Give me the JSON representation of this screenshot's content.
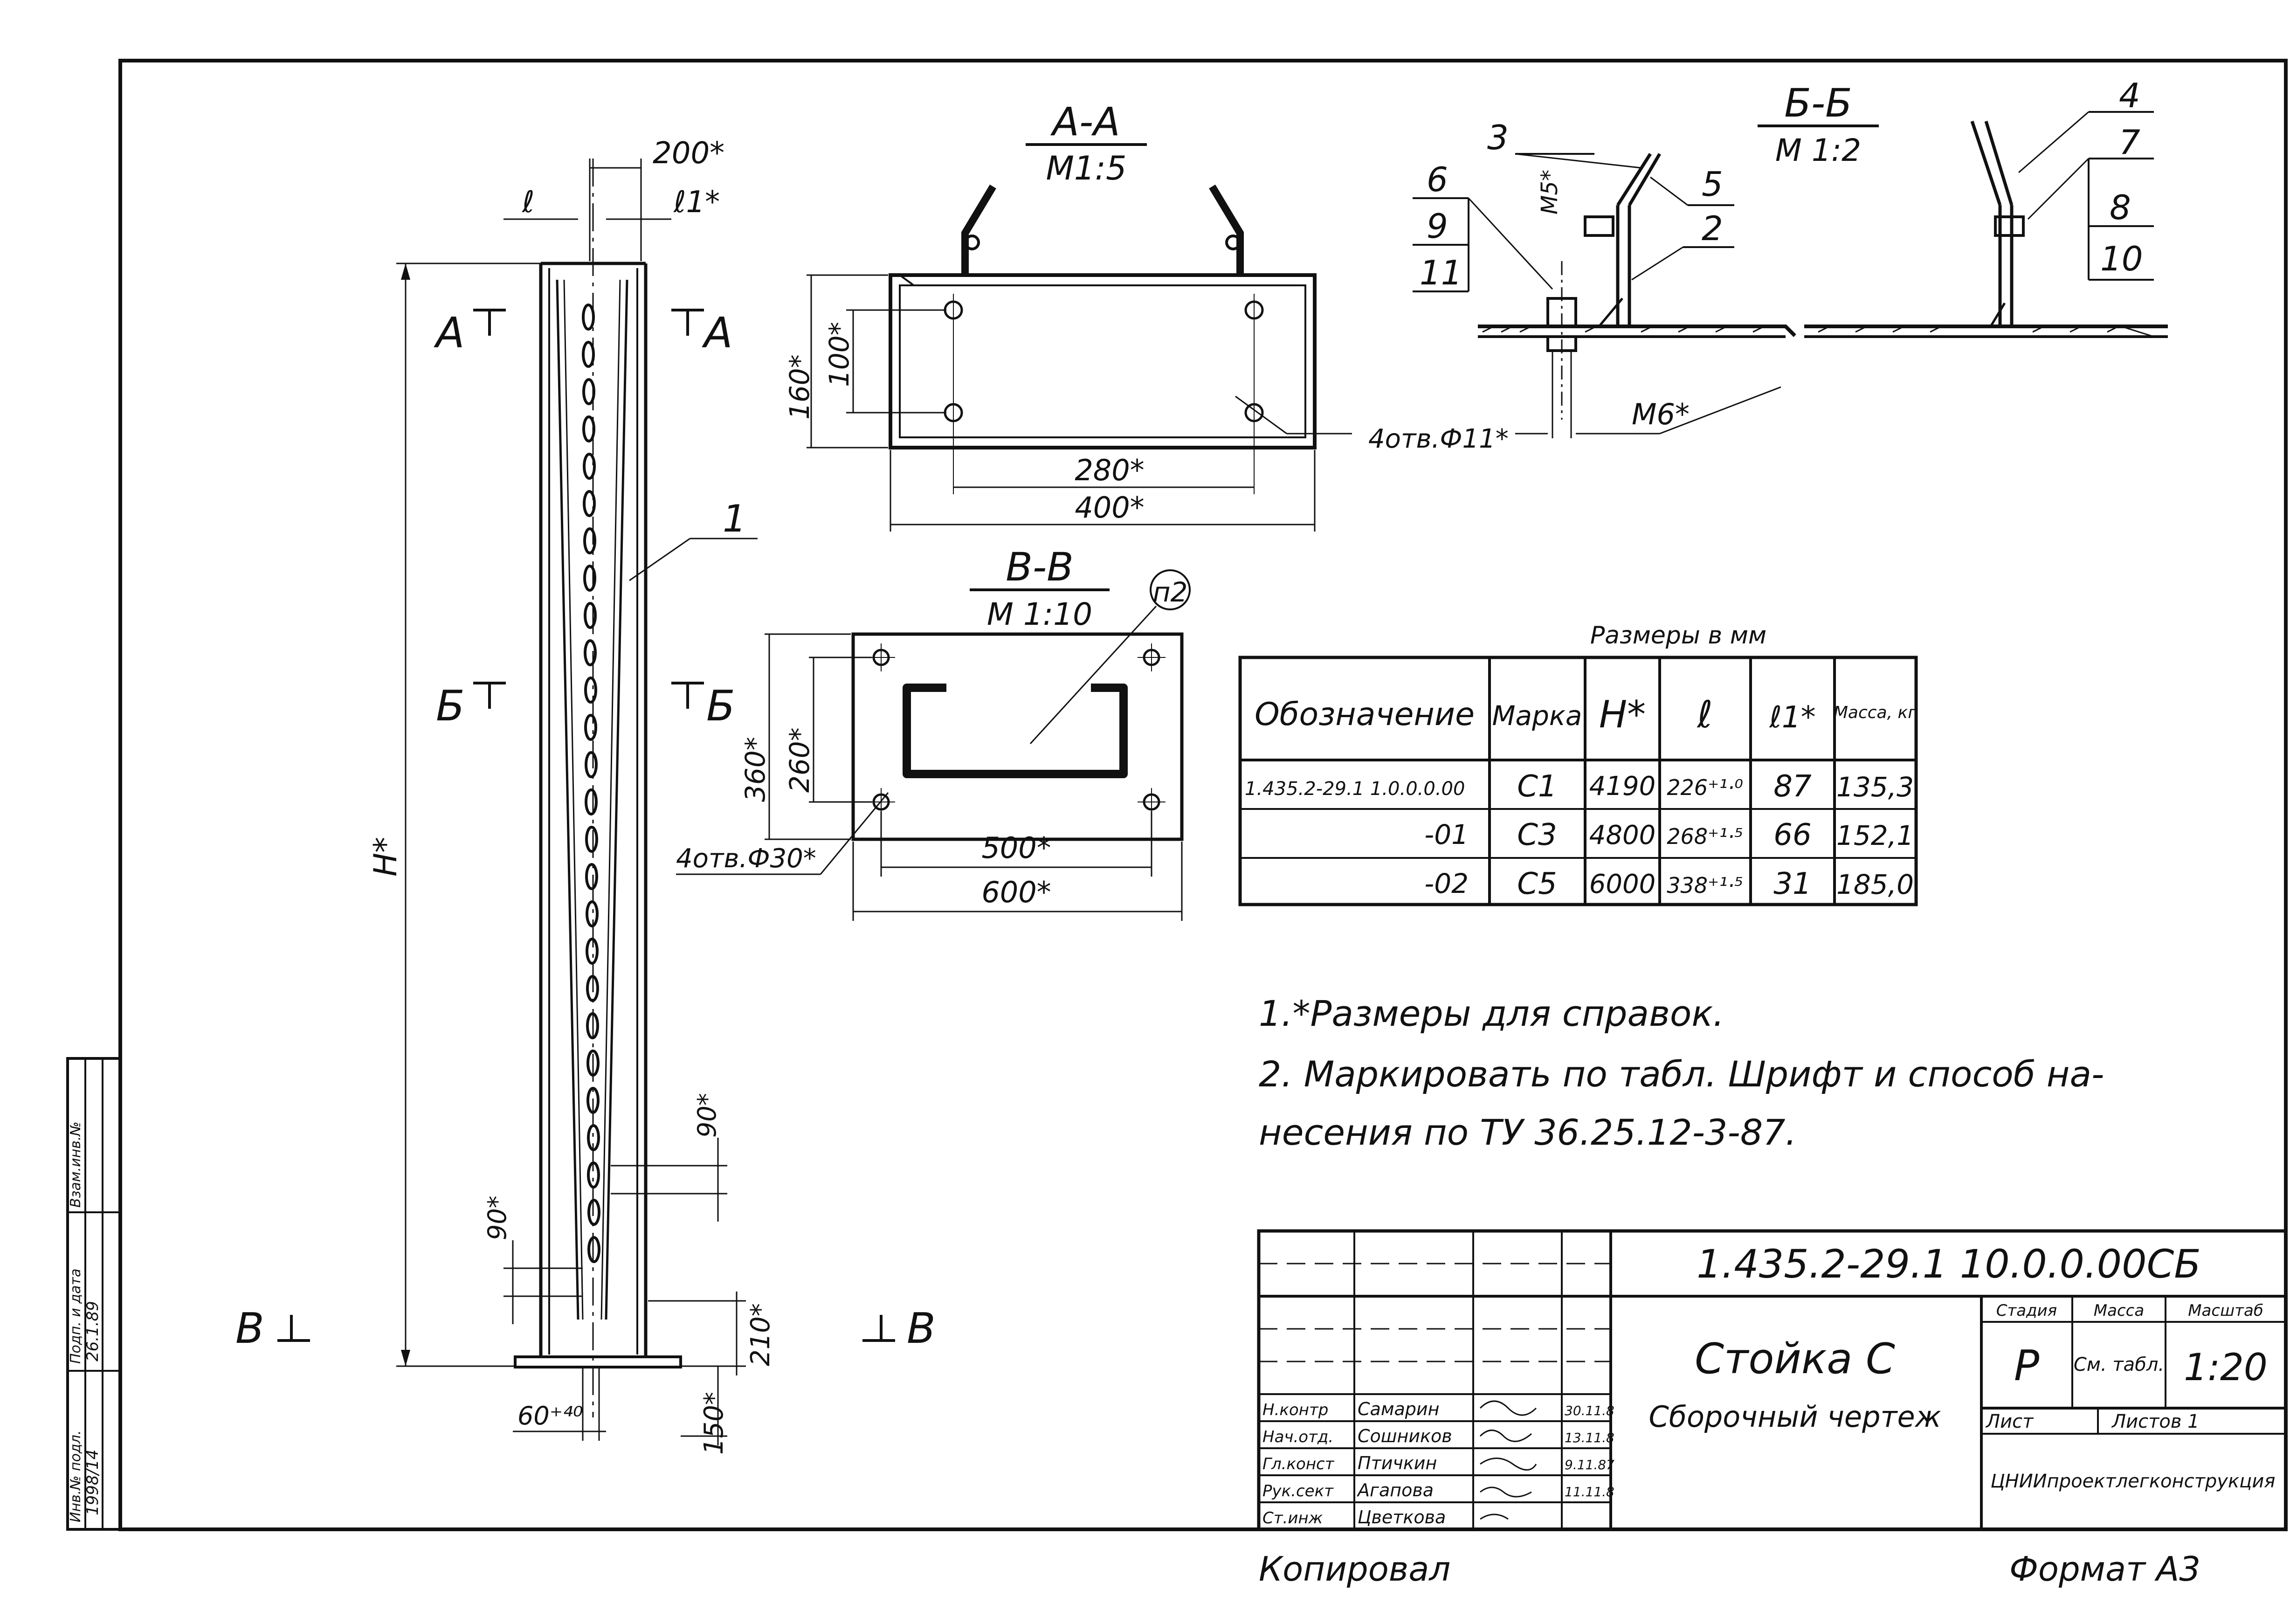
{
  "main_view": {
    "dim_l": "ℓ",
    "dim_200": "200*",
    "dim_l1": "ℓ1*",
    "dim_h": "H*",
    "dim_90_right": "90*",
    "dim_90_left": "90*",
    "dim_210": "210*",
    "dim_150": "150*",
    "dim_60": "60⁺⁴⁰",
    "leader_1": "1",
    "cut_a_left": "А",
    "cut_a_right": "А",
    "cut_b_left": "Б",
    "cut_b_right": "Б",
    "cut_v_left": "В",
    "cut_v_right": "В"
  },
  "section_aa": {
    "title": "А-А",
    "scale": "М1:5",
    "dim_160": "160*",
    "dim_100": "100*",
    "dim_280": "280*",
    "dim_400": "400*",
    "holes": "4отв.Ф11*"
  },
  "section_bb": {
    "title": "Б-Б",
    "scale": "М 1:2",
    "dim_m5": "М5*",
    "dim_m6": "М6*",
    "labels_left": [
      "3",
      "6",
      "9",
      "11"
    ],
    "labels_mid": [
      "5",
      "2"
    ],
    "labels_right": [
      "4",
      "7",
      "8",
      "10"
    ]
  },
  "section_vv": {
    "title": "В-В",
    "scale": "М 1:10",
    "dim_360": "360*",
    "dim_260": "260*",
    "dim_500": "500*",
    "dim_600": "600*",
    "holes": "4отв.Ф30*",
    "callout": "п2"
  },
  "table": {
    "caption": "Размеры в мм",
    "headers": [
      "Обозначение",
      "Марка",
      "H*",
      "ℓ",
      "ℓ1*",
      "Масса, кг"
    ],
    "rows": [
      [
        "1.435.2-29.1 1.0.0.0.00",
        "С1",
        "4190",
        "226⁺¹·⁰",
        "87",
        "135,3"
      ],
      [
        "-01",
        "С3",
        "4800",
        "268⁺¹·⁵",
        "66",
        "152,1"
      ],
      [
        "-02",
        "С5",
        "6000",
        "338⁺¹·⁵",
        "31",
        "185,0"
      ]
    ]
  },
  "notes": {
    "line1": "1.*Размеры для справок.",
    "line2": "2. Маркировать по табл. Шрифт и способ на-",
    "line3": "несения по ТУ 36.25.12-3-87."
  },
  "title_block": {
    "doc_code": "1.435.2-29.1 10.0.0.00СБ",
    "name_line1": "Стойка С",
    "name_line2": "Сборочный чертеж",
    "col_stage": "Стадия",
    "col_mass": "Масса",
    "col_scale": "Масштаб",
    "stage": "Р",
    "mass": "См. табл.",
    "scale": "1:20",
    "sheet": "Лист",
    "sheets": "Листов 1",
    "org": "ЦНИИпроектлегконструкция",
    "roles": [
      "Н.контр",
      "Нач.отд.",
      "Гл.конст",
      "Рук.сект",
      "Ст.инж"
    ],
    "names": [
      "Самарин",
      "Сошников",
      "Птичкин",
      "Агапова",
      "Цветкова"
    ],
    "dates": [
      "30.11.8",
      "13.11.8",
      "9.11.87",
      "11.11.8",
      ""
    ]
  },
  "side_stamp": {
    "col1": "Инв.№ подл.",
    "col2": "Подп. и дата",
    "col3": "Взам.инв.№",
    "inv_no": "1998/14",
    "date": "26.1.89"
  },
  "footer": {
    "copied": "Копировал",
    "format": "Формат А3"
  }
}
